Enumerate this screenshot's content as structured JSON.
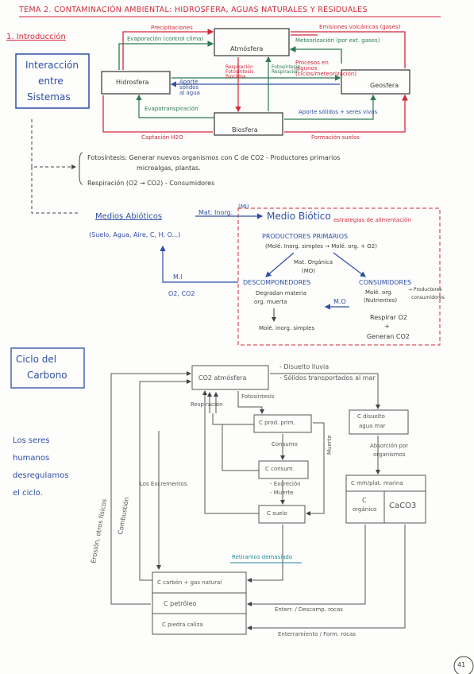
{
  "title": "TEMA 2. CONTAMINACIÓN AMBIENTAL: HIDROSFERA, AGUAS NATURALES Y RESIDUALES",
  "section1": {
    "heading": "1. Introducción",
    "interaction_box": [
      "Interacción",
      "entre",
      "Sistemas"
    ],
    "spheres": {
      "atmosphere": "Atmósfera",
      "hydrosphere": "Hidrosfera",
      "geosphere": "Geosfera",
      "biosphere": "Biosfera"
    },
    "arrows": {
      "precipitations": "Precipitaciones",
      "evaporation": "Evaporación (control clima)",
      "volcanic": "Emisiones volcánicas (gases)",
      "meteorization": "Meteorización (por ext. gases)",
      "processes": "Procesos en algunos (ciclos/meteorización)",
      "water_capture": "Captación H2O",
      "soil_formation": "Formación suelos",
      "evapotranspiration": "Evapotranspiración",
      "solid_input": "Aporte sólidos al agua",
      "solid_input_mar": "Aporte sólidos + seres vivos",
      "respiration_photo": "Respiración Fotosíntesis Bioclima",
      "photo_resp": "Fotosíntesis Respiración"
    },
    "photosynthesis": "Fotosíntesis: Generar nuevos organismos con C de CO2 - Productores primarios",
    "photosynthesis_note": "microalgas, plantas.",
    "respiration": "Respiración (O2 → CO2)  - Consumidores",
    "abiotic_title": "Medios Abióticos",
    "abiotic_items": "(Suelo, Agua, Aire, C, H, O...)",
    "mat_inorg": "Mat. Inorg.",
    "mat_inorg_sub": "(MI)",
    "biotic_title": "Medio Biótico",
    "biotic_sub": "estrategias de alimentación",
    "producers": "PRODUCTORES PRIMARIOS",
    "producers_eq": "(Molé. Inorg. simples → Molé. org. + O2)",
    "mat_org": "Mat. Orgánica",
    "mat_org_sub": "(MO)",
    "decomposers": "DESCOMPONEDORES",
    "decomposers_desc": [
      "Degradan materia",
      "org. muerta"
    ],
    "decomposers_out": "Molé. inorg. simples",
    "consumers": "CONSUMIDORES",
    "consumers_eq": [
      "Molé. org.",
      "(Nutrientes)"
    ],
    "consumers_types": [
      "→ Productores",
      "consumidores"
    ],
    "consumers_resp": [
      "Respirar O2",
      "+",
      "Generan CO2"
    ],
    "mo_label": "M.O",
    "mi_label": "M.I",
    "o2_co2": "O2, CO2"
  },
  "section2": {
    "heading": [
      "Ciclo del",
      "Carbono"
    ],
    "note": [
      "Los seres",
      "humanos",
      "desregulamos",
      "el ciclo."
    ],
    "co2_atm": "CO2 atmósfera",
    "dissolved": "- Disuelto lluvia",
    "solids": "- Sólidos transportados al mar",
    "respiration": "Respiración",
    "photosynthesis": "Fotosíntesis",
    "c_prod_prim": "C prod. prim.",
    "c_dissolved": [
      "C disuelto",
      "agua mar"
    ],
    "consumption": "Consumo",
    "c_consum": "C consum.",
    "excretion": [
      "- Excreción",
      "- Muerte"
    ],
    "death": "Muerte",
    "absorption": [
      "Absorción por",
      "organismos"
    ],
    "c_soil": "C suelo",
    "c_dead_marine": "C mm/plat. marina",
    "c_organic": [
      "C",
      "orgánico"
    ],
    "caco3": "CaCO3",
    "combustion": "Combustión",
    "excrements": "Los Excrementos",
    "erosion": "Erosión, otros físicos",
    "deforest": "Retiramos demasiado",
    "c_coal": "C carbón + gas natural",
    "c_oil": "C petróleo",
    "c_limestone": "C piedra caliza",
    "burial": "Enterr. / Descomp. rocas",
    "rock_formation": "Enterramiento / Form. rocas"
  },
  "page_number": "41"
}
